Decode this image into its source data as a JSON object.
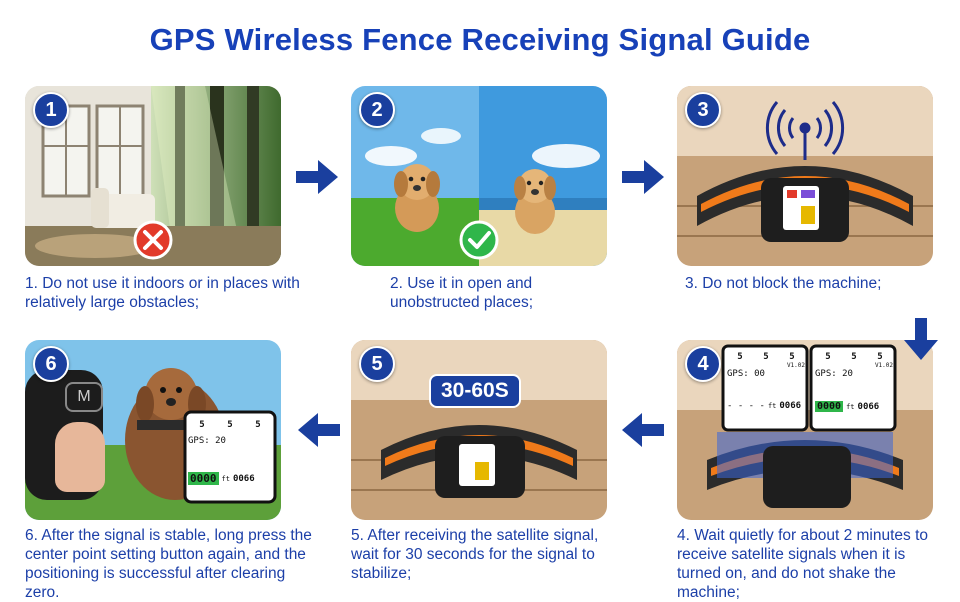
{
  "title": "GPS Wireless Fence Receiving Signal Guide",
  "steps": [
    {
      "num": "1",
      "caption": "1. Do not use it indoors or in places with relatively large obstacles;"
    },
    {
      "num": "2",
      "caption": "2. Use it in open and unobstructed places;"
    },
    {
      "num": "3",
      "caption": "3. Do not block the machine;"
    },
    {
      "num": "4",
      "caption": "4. Wait quietly for about 2 minutes to receive satellite signals when it is turned on, and do not shake the machine;"
    },
    {
      "num": "5",
      "caption": "5. After receiving the satellite signal, wait for 30 seconds for the signal to stabilize;"
    },
    {
      "num": "6",
      "caption": "6. After the signal is stable, long press the center point setting button again, and the positioning is successful after clearing zero."
    }
  ],
  "badge_text": "30-60S",
  "screen": {
    "sat_count": "5",
    "gps_zero": "GPS: 00",
    "gps_twenty": "GPS: 20",
    "version": "V1.02",
    "dashes": "- - - -",
    "zeros": "0000",
    "distance": "0066",
    "unit": "ft",
    "button_m": "M"
  },
  "colors": {
    "accent": "#1741b8",
    "badge": "#1a3f9e",
    "collar_orange": "#f07a1a",
    "wrong": "#e23a2a",
    "right": "#2fb64a"
  },
  "icons": [
    "cross-icon",
    "check-icon",
    "signal-waves-icon",
    "arrow-right-icon",
    "arrow-down-icon",
    "arrow-left-icon"
  ]
}
